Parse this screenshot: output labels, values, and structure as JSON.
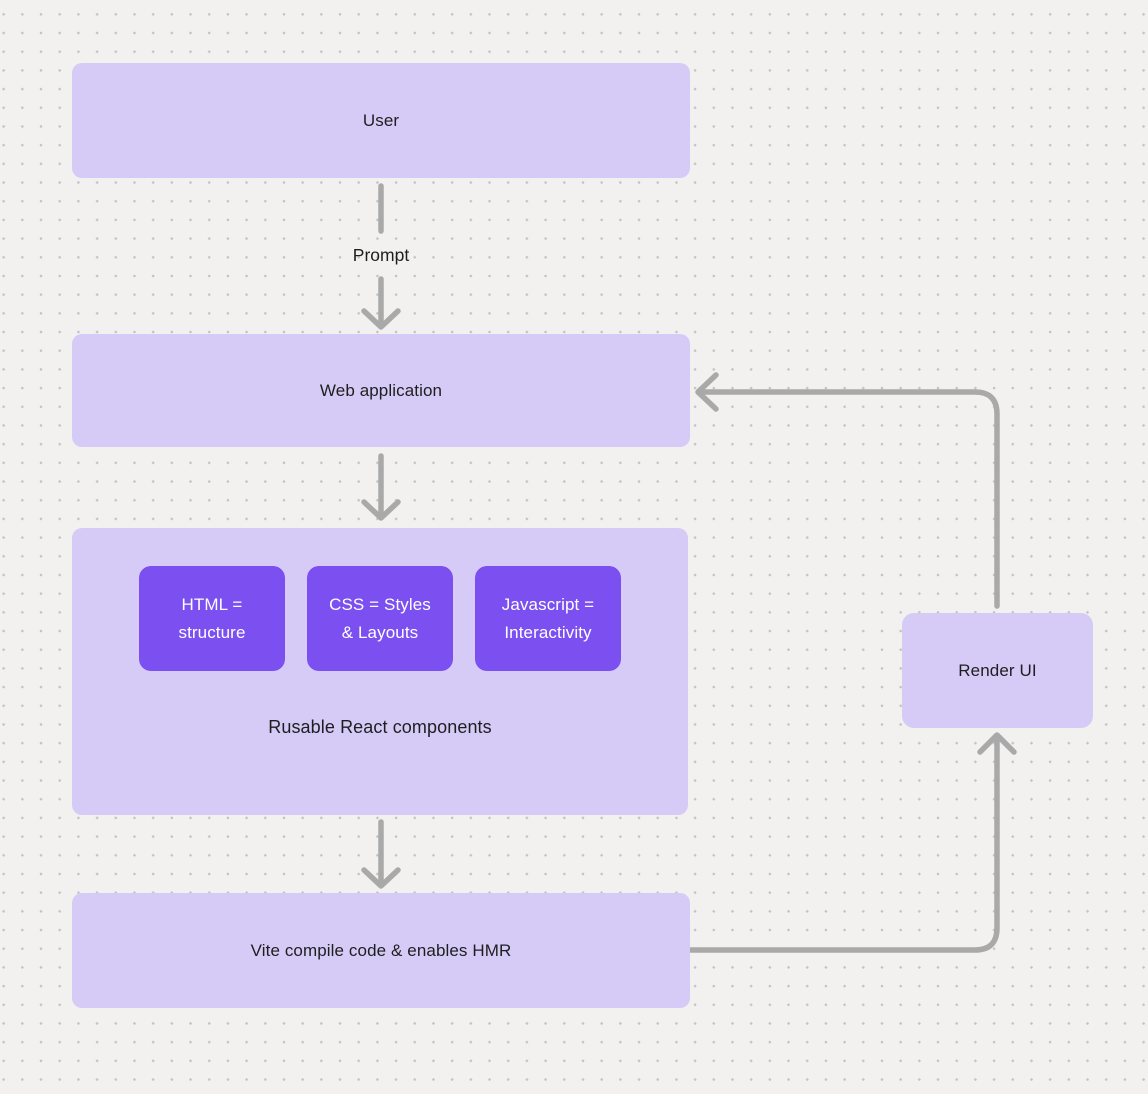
{
  "colors": {
    "background": "#f2f1f0",
    "dot_grid": "#c4c3c2",
    "node_fill": "#d6cbf6",
    "accent_fill": "#7b4ff0",
    "connector": "#a9a9a9",
    "text_dark": "#1e1e1f",
    "text_light": "#ffffff"
  },
  "diagram": {
    "nodes": {
      "user": {
        "label": "User"
      },
      "web_application": {
        "label": "Web application"
      },
      "components": {
        "caption": "Rusable React components",
        "children": [
          {
            "label": "HTML =\nstructure"
          },
          {
            "label": "CSS = Styles\n& Layouts"
          },
          {
            "label": "Javascript =\nInteractivity"
          }
        ]
      },
      "vite": {
        "label": "Vite compile code & enables HMR"
      },
      "render_ui": {
        "label": "Render UI"
      }
    },
    "edges": {
      "prompt_label": "Prompt"
    }
  }
}
